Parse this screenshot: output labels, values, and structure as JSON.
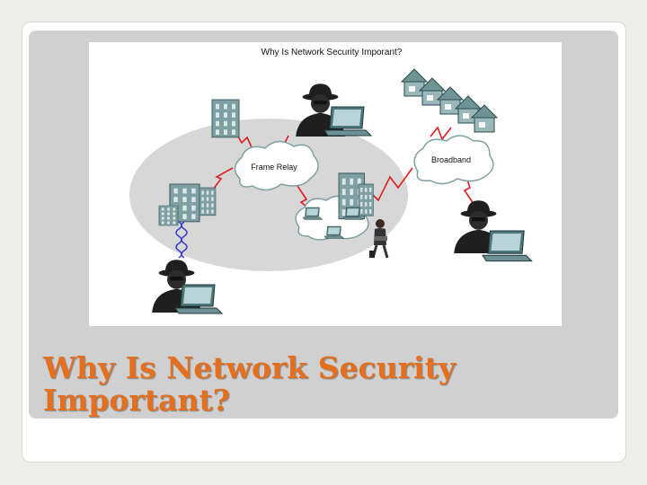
{
  "slide": {
    "title_line1": "Why Is Network Security",
    "title_line2": "Important?"
  },
  "diagram": {
    "heading": "Why Is Network Security Imporant?",
    "clouds": {
      "frame_relay": "Frame Relay",
      "broadband": "Broadband"
    },
    "icons": [
      "office-building-icon",
      "hacker-icon",
      "laptop-icon",
      "house-icon",
      "cloud-icon",
      "lightning-link-icon",
      "mobile-user-icon"
    ]
  },
  "colors": {
    "title": "#e36f1f",
    "panel": "#cfd0cf",
    "link": "#dd1f1f",
    "building": "#7fa0a2",
    "hacker": "#1f1f1f"
  }
}
